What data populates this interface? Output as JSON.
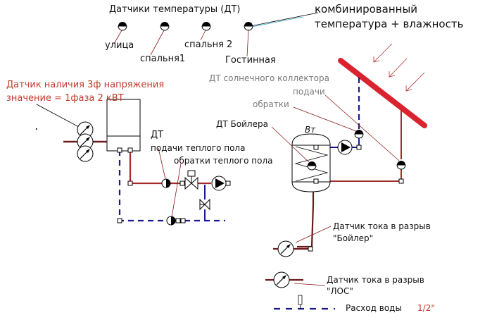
{
  "title": "Датчики температуры (ДТ)",
  "temperature_sensors": [
    {
      "label": "улица"
    },
    {
      "label": "спальня1"
    },
    {
      "label": "спальня 2"
    },
    {
      "label": "Гостинная"
    }
  ],
  "combined_sensor": {
    "line1": "комбинированный",
    "line2": "температура + влажность"
  },
  "voltage_sensor": {
    "line1": "Датчик наличия 3ф напряжения",
    "line2": "значение = 1фаза 2 кВТ"
  },
  "floor_heating": {
    "dt": "ДТ",
    "supply": "подачи теплого пола",
    "return": "обратки теплого пола"
  },
  "solar_collector": {
    "title": "ДТ солнечного коллектора",
    "supply": "подачи",
    "return": "обратки"
  },
  "boiler": {
    "sensor_label": "ДТ Бойлера",
    "tank_label": "Вт"
  },
  "current_sensor_boiler": {
    "line1": "Датчик тока в разрыв",
    "line2": "\"Бойлер\""
  },
  "current_sensor_los": {
    "line1": "Датчик тока в разрыв",
    "line2": "\"ЛОС\""
  },
  "water_flow": {
    "label": "Расход воды",
    "size": "1/2\""
  },
  "colors": {
    "hot_pipe": "#a52a2a",
    "cold_pipe": "#1a1a8c",
    "collector": "#d9232e",
    "leader": "#8b1a1a",
    "red_text": "#c0392b"
  }
}
